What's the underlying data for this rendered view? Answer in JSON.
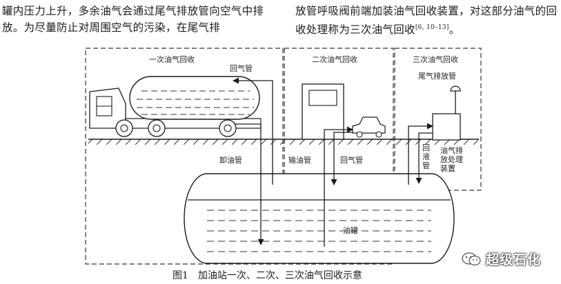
{
  "paragraph_left": "罐内压力上升，多余油气会通过尾气排放管向空气中排放。为尽量防止对周围空气的污染，在尾气排",
  "paragraph_right": "放管呼吸阀前端加装油气回收装置，对这部分油气的回收处理称为三次油气回收",
  "paragraph_right_ref": "[6, 10–13]",
  "paragraph_right_end": "。",
  "diagram": {
    "zone_primary": "一次油气回收",
    "zone_secondary": "二次油气回收",
    "zone_tertiary": "三次油气回收",
    "label_return_pipe_1": "回气管",
    "label_exhaust_pipe": "尾气排放管",
    "label_unload_pipe": "卸油管",
    "label_fuel_pipe": "输油管",
    "label_return_pipe_2": "回气管",
    "label_backflow_pipe": "回\n液\n管",
    "label_treatment_unit": "油气排\n放处理\n装置",
    "label_tank": "油罐"
  },
  "caption": "图1　加油站一次、二次、三次油气回收示意",
  "watermark": "超级石化",
  "watermark_icon": "wechat-official-account-icon"
}
